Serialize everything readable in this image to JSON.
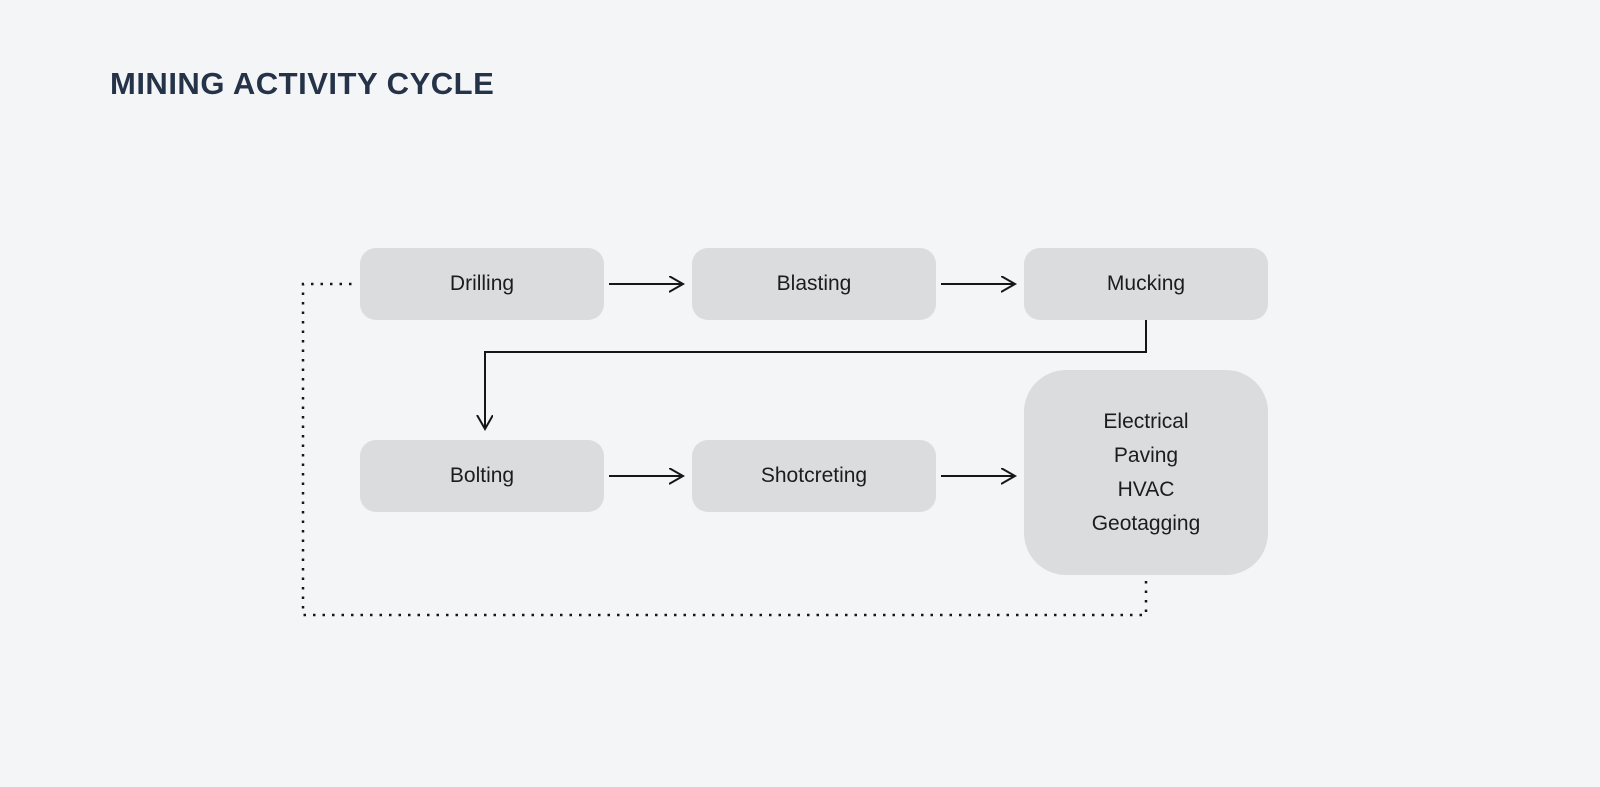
{
  "title": "MINING ACTIVITY CYCLE",
  "theme": {
    "background": "#F4F5F7",
    "node_fill": "#DBDCDE",
    "node_text": "#1C1C1E",
    "title_color": "#253349",
    "line_color": "#161616"
  },
  "diagram": {
    "nodes": [
      {
        "id": "drilling",
        "label": "Drilling"
      },
      {
        "id": "blasting",
        "label": "Blasting"
      },
      {
        "id": "mucking",
        "label": "Mucking"
      },
      {
        "id": "bolting",
        "label": "Bolting"
      },
      {
        "id": "shotcreting",
        "label": "Shotcreting"
      },
      {
        "id": "services",
        "lines": [
          "Electrical",
          "Paving",
          "HVAC",
          "Geotagging"
        ]
      }
    ],
    "edges": [
      {
        "from": "drilling",
        "to": "blasting",
        "style": "solid-arrow"
      },
      {
        "from": "blasting",
        "to": "mucking",
        "style": "solid-arrow"
      },
      {
        "from": "mucking",
        "to": "bolting",
        "style": "solid-arrow-elbow"
      },
      {
        "from": "bolting",
        "to": "shotcreting",
        "style": "solid-arrow"
      },
      {
        "from": "shotcreting",
        "to": "services",
        "style": "solid-arrow"
      },
      {
        "from": "services",
        "to": "drilling",
        "style": "dotted-loop"
      }
    ]
  }
}
